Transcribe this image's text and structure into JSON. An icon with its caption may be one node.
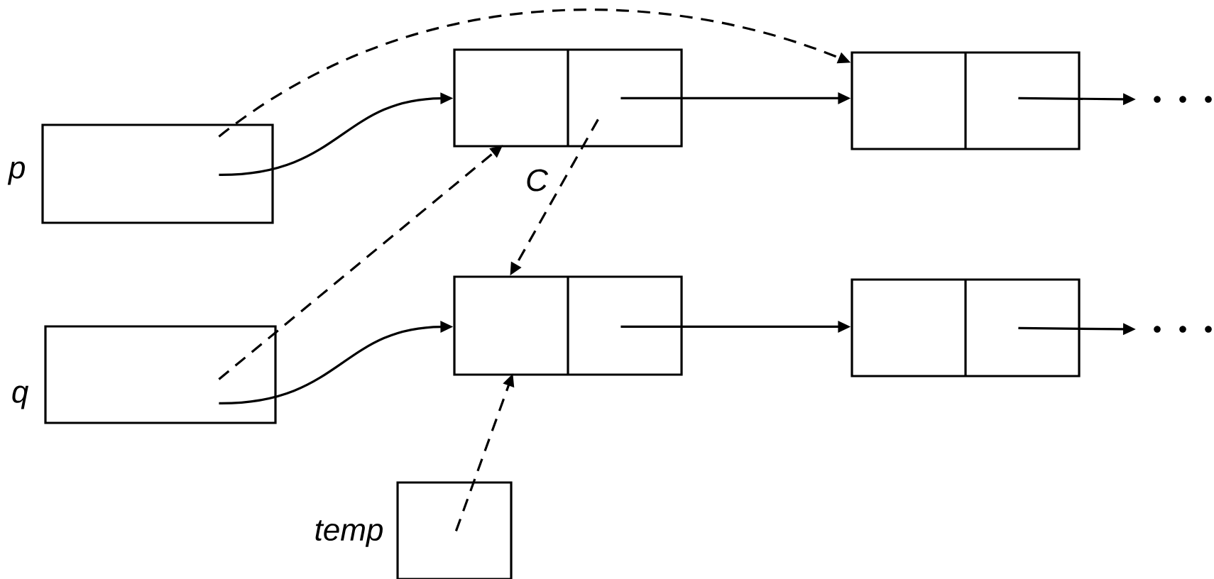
{
  "diagram": {
    "nodes": [
      {
        "text": [
          "p"
        ]
      },
      {
        "text": [
          "q"
        ]
      },
      {
        "text": [
          "temp"
        ]
      },
      {
        "text": [
          "C"
        ]
      },
      {
        "text": [],
        "shape": "box"
      },
      {
        "text": [],
        "shape": "box"
      },
      {
        "text": [],
        "shape": "box"
      }
    ],
    "edges": [
      {
        "from": 0,
        "to": 3,
        "arrow": "to"
      },
      {
        "from": 0,
        "to": 4,
        "arrow": "to",
        "style": "dashed"
      },
      {
        "from": 3,
        "to": 4,
        "arrow": "to"
      },
      {
        "from": 4,
        "to": null,
        "arrow": "to"
      },
      {
        "from": 1,
        "to": 3,
        "arrow": "to",
        "style": "dashed"
      },
      {
        "from": 1,
        "to": 5,
        "arrow": "to"
      },
      {
        "from": 3,
        "to": 5,
        "arrow": "to",
        "style": "dashed"
      },
      {
        "from": 2,
        "to": 5,
        "arrow": "to",
        "style": "dashed"
      },
      {
        "from": 5,
        "to": 6,
        "arrow": "to"
      },
      {
        "from": 6,
        "to": null,
        "arrow": "to"
      }
    ]
  }
}
